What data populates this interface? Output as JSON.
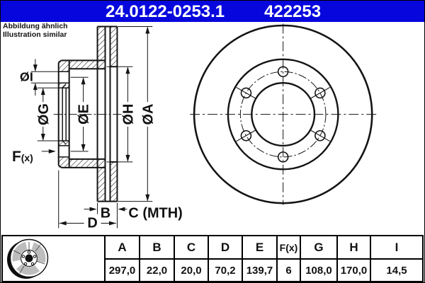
{
  "header": {
    "part_number": "24.0122-0253.1",
    "reference": "422253"
  },
  "note": {
    "line1": "Abbildung ähnlich",
    "line2": "Illustration similar"
  },
  "drawing": {
    "labels": {
      "dia_i": "ØI",
      "dia_g": "ØG",
      "dia_e": "ØE",
      "dia_h": "ØH",
      "dia_a": "ØA",
      "f_main": "F",
      "f_suffix": "(x)",
      "b": "B",
      "c_mth": "C (MTH)",
      "d": "D"
    }
  },
  "table": {
    "columns": [
      "A",
      "B",
      "C",
      "D",
      "E",
      "F(x)",
      "G",
      "H",
      "I"
    ],
    "values": [
      "297,0",
      "22,0",
      "20,0",
      "70,2",
      "139,7",
      "6",
      "108,0",
      "170,0",
      "14,5"
    ]
  },
  "colors": {
    "header_bg": "#0707dd",
    "header_text": "#ffffff",
    "line": "#141414"
  }
}
